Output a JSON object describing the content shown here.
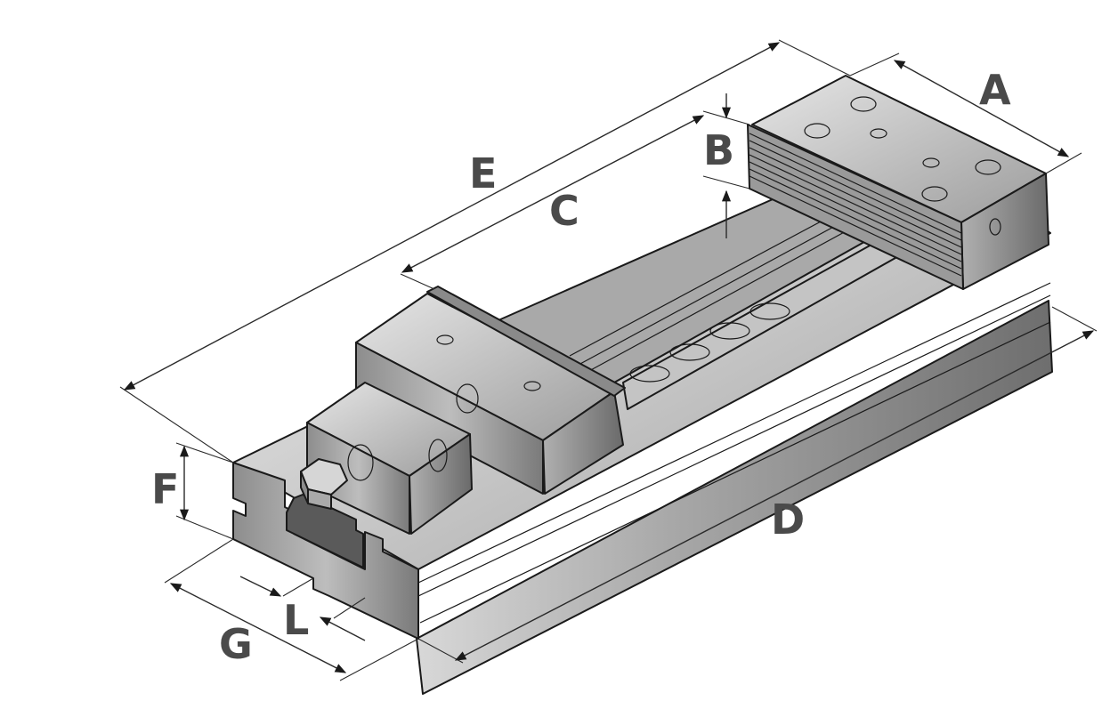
{
  "labels": {
    "a": "A",
    "b": "B",
    "c": "C",
    "d": "D",
    "e": "E",
    "f": "F",
    "g": "G",
    "l": "L"
  }
}
